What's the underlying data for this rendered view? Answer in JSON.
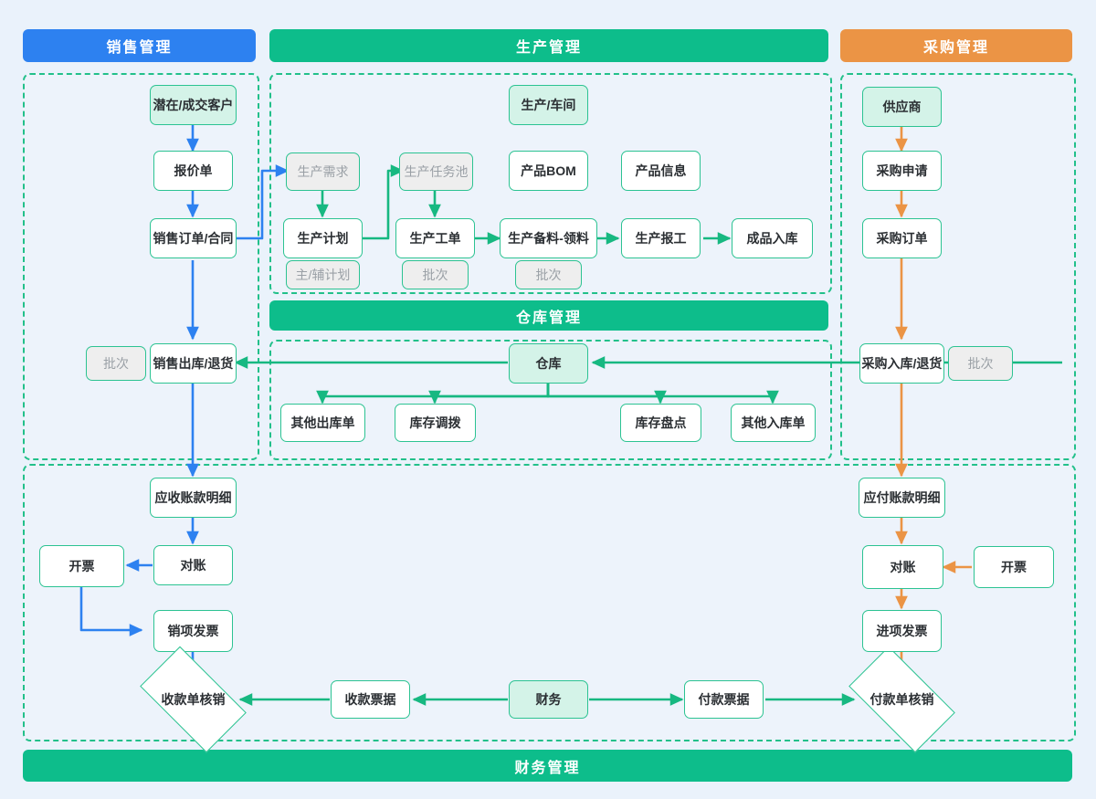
{
  "headers": {
    "sales": "销售管理",
    "production": "生产管理",
    "purchase": "采购管理",
    "warehouse": "仓库管理",
    "finance": "财务管理"
  },
  "colors": {
    "sales_bar": "#2d81f0",
    "production_bar": "#0dbd8b",
    "purchase_bar": "#eb9445",
    "warehouse_bar": "#0dbd8b",
    "finance_bar": "#0dbd8b",
    "zone_border": "#22c08a",
    "node_border": "#2cc392",
    "node_fill": "#d4f3e8",
    "node_muted": "#eeeeee",
    "arrow_blue": "#2d81f0",
    "arrow_green": "#17b881",
    "arrow_orange": "#eb9445",
    "page_bg": "#eaf2fb"
  },
  "sales": {
    "customer": "潜在/成交客户",
    "quotation": "报价单",
    "sales_order": "销售订单/合同",
    "sales_outbound": "销售出库/退货",
    "batch": "批次"
  },
  "production": {
    "workshop": "生产/车间",
    "demand": "生产需求",
    "task_pool": "生产任务池",
    "bom": "产品BOM",
    "product_info": "产品信息",
    "plan": "生产计划",
    "work_order": "生产工单",
    "material_pick": "生产备料-领料",
    "report_work": "生产报工",
    "finished_goods_in": "成品入库",
    "plan_sub": "主/辅计划",
    "work_order_sub": "批次",
    "material_sub": "批次"
  },
  "purchase": {
    "supplier": "供应商",
    "requisition": "采购申请",
    "order": "采购订单",
    "inbound": "采购入库/退货",
    "batch": "批次"
  },
  "warehouse": {
    "hub": "仓库",
    "other_outbound": "其他出库单",
    "transfer": "库存调拨",
    "stocktake": "库存盘点",
    "other_inbound": "其他入库单"
  },
  "finance": {
    "receivable_detail": "应收账款明细",
    "reconcile_ar": "对账",
    "invoicing_ar": "开票",
    "output_invoice": "销项发票",
    "receipt_writeoff": "收款单核销",
    "receipt_voucher": "收款票据",
    "finance_hub": "财务",
    "payment_voucher": "付款票据",
    "payment_writeoff": "付款单核销",
    "payable_detail": "应付账款明细",
    "reconcile_ap": "对账",
    "invoicing_ap": "开票",
    "input_invoice": "进项发票"
  }
}
